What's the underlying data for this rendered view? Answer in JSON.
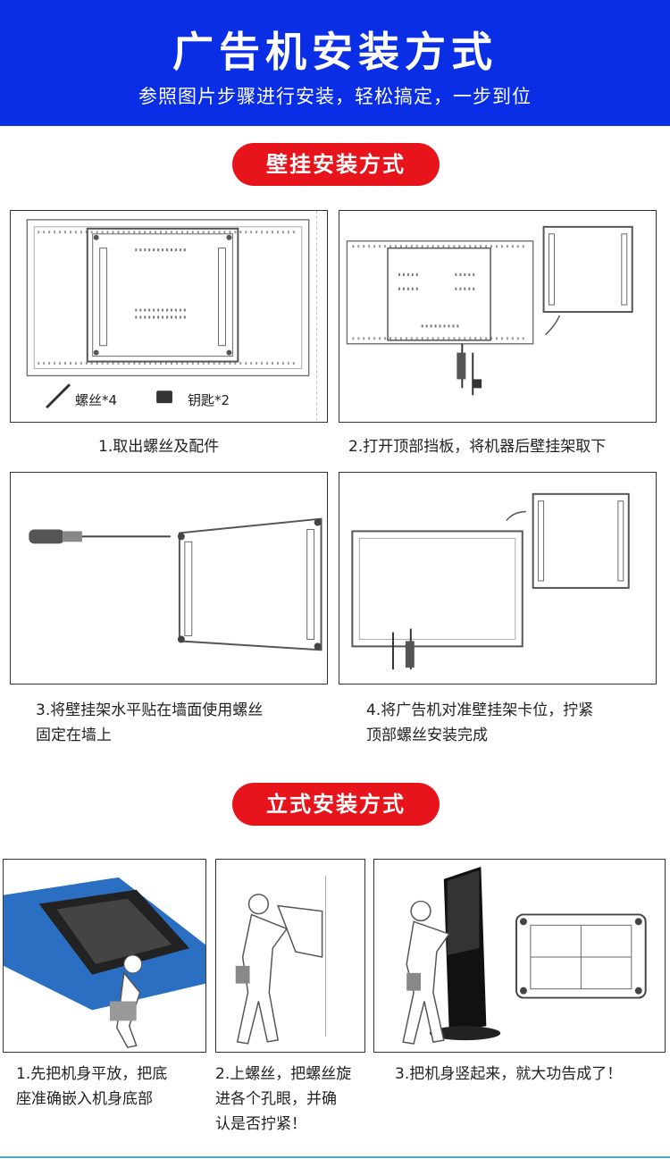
{
  "header": {
    "title": "广告机安装方式",
    "subtitle": "参照图片步骤进行安装，轻松搞定，一步到位"
  },
  "wall_section": {
    "label": "壁挂安装方式",
    "panel1": {
      "screw_label": "螺丝*4",
      "key_label": "钥匙*2"
    },
    "steps": [
      "1.取出螺丝及配件",
      "2.打开顶部挡板，将机器后壁挂架取下",
      "3.将壁挂架水平贴在墙面使用螺丝",
      "固定在墙上",
      "4.将广告机对准壁挂架卡位，拧紧",
      "顶部螺丝安装完成"
    ]
  },
  "stand_section": {
    "label": "立式安装方式",
    "steps": [
      "1.先把机身平放，把底",
      "座准确嵌入机身底部",
      "2.上螺丝，把螺丝旋",
      "进各个孔眼，并确",
      "认是否拧紧！",
      "3.把机身竖起来，就大功告成了！"
    ]
  }
}
